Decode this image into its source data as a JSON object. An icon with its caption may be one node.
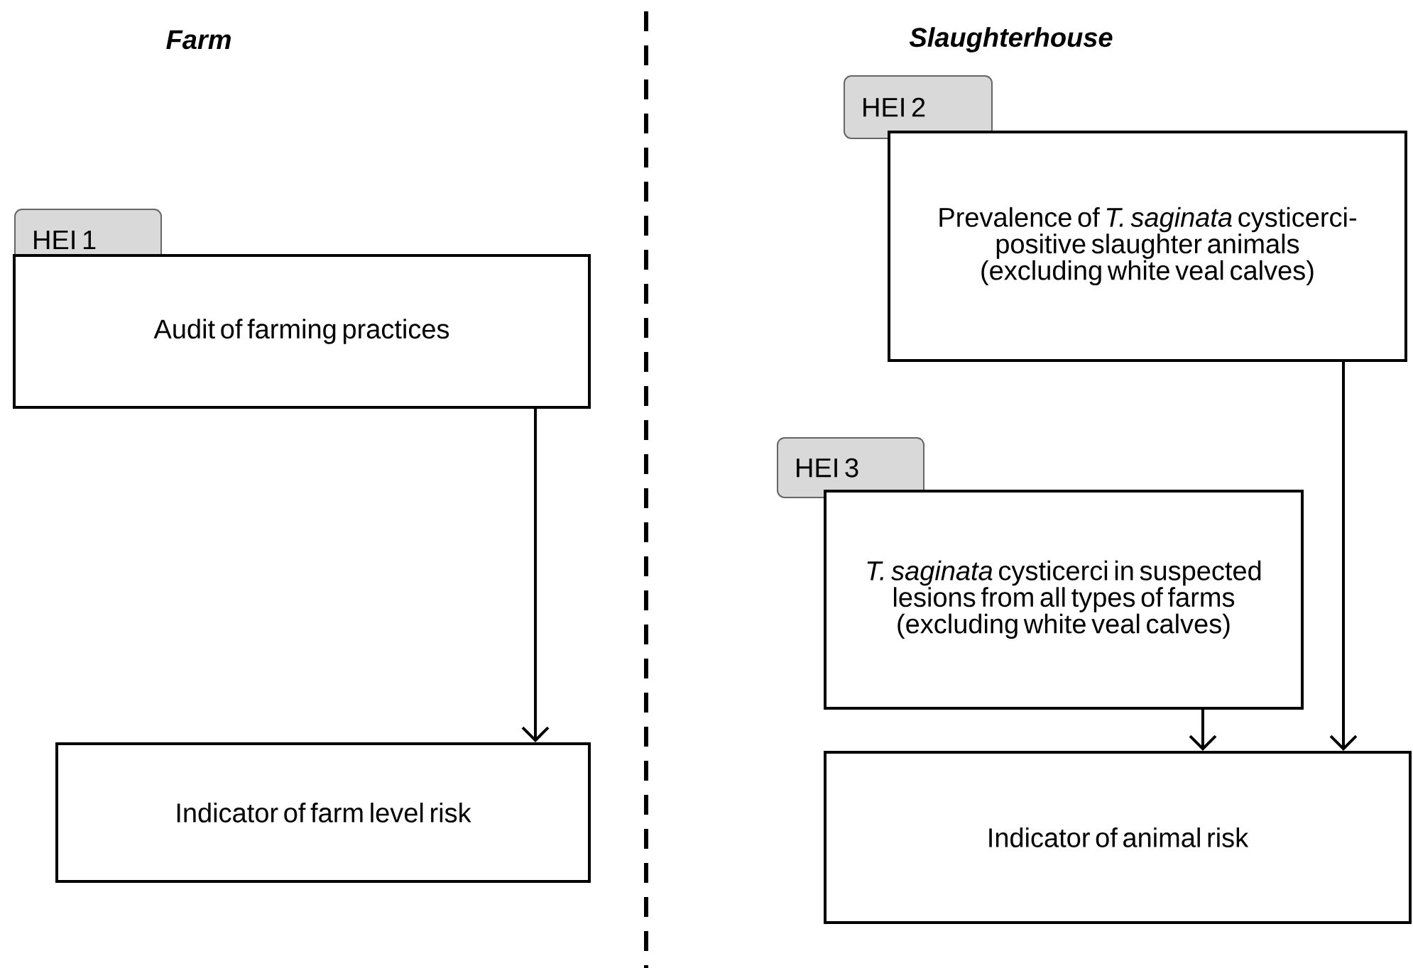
{
  "diagram": {
    "nodes": [
      {
        "text": [
          "HEI 1"
        ]
      },
      {
        "text": [
          "Audit of farming practices"
        ]
      },
      {
        "text": [
          "Indicator of farm level risk"
        ]
      },
      {
        "text": [
          "HEI 2"
        ]
      },
      {
        "text": [
          "Prevalence of *T. saginata* cysticerci-positive slaughter animals (excluding white veal calves)"
        ]
      },
      {
        "text": [
          "HEI 3"
        ]
      },
      {
        "text": [
          "*T. saginata* cysticerci in suspected lesions from all types of farms (excluding white veal calves)"
        ]
      },
      {
        "text": [
          "Indicator of animal risk"
        ]
      }
    ],
    "edges": [
      {
        "from": 1,
        "to": 2,
        "arrow": "to"
      },
      {
        "from": 6,
        "to": 7,
        "arrow": "to"
      },
      {
        "from": 4,
        "to": 7,
        "arrow": "to"
      }
    ],
    "labels": [
      "Farm",
      "Slaughterhouse"
    ]
  }
}
